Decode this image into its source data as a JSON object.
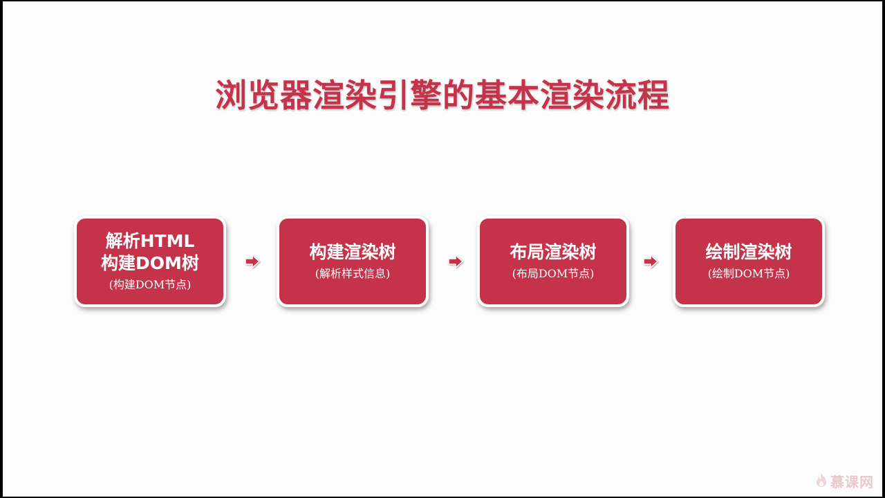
{
  "title": "浏览器渲染引擎的基本渲染流程",
  "steps": [
    {
      "lines": [
        "解析HTML",
        "构建DOM树"
      ],
      "sub": "(构建DOM节点)"
    },
    {
      "lines": [
        "构建渲染树"
      ],
      "sub": "(解析样式信息)"
    },
    {
      "lines": [
        "布局渲染树"
      ],
      "sub": "(布局DOM节点)"
    },
    {
      "lines": [
        "绘制渲染树"
      ],
      "sub": "(绘制DOM节点)"
    }
  ],
  "arrow_icon": "arrow-right-icon",
  "watermark": {
    "icon": "flame-icon",
    "text": "慕课网"
  },
  "colors": {
    "accent": "#c4334a",
    "background": "#fdfcfc",
    "arrow": "#c4334a"
  }
}
